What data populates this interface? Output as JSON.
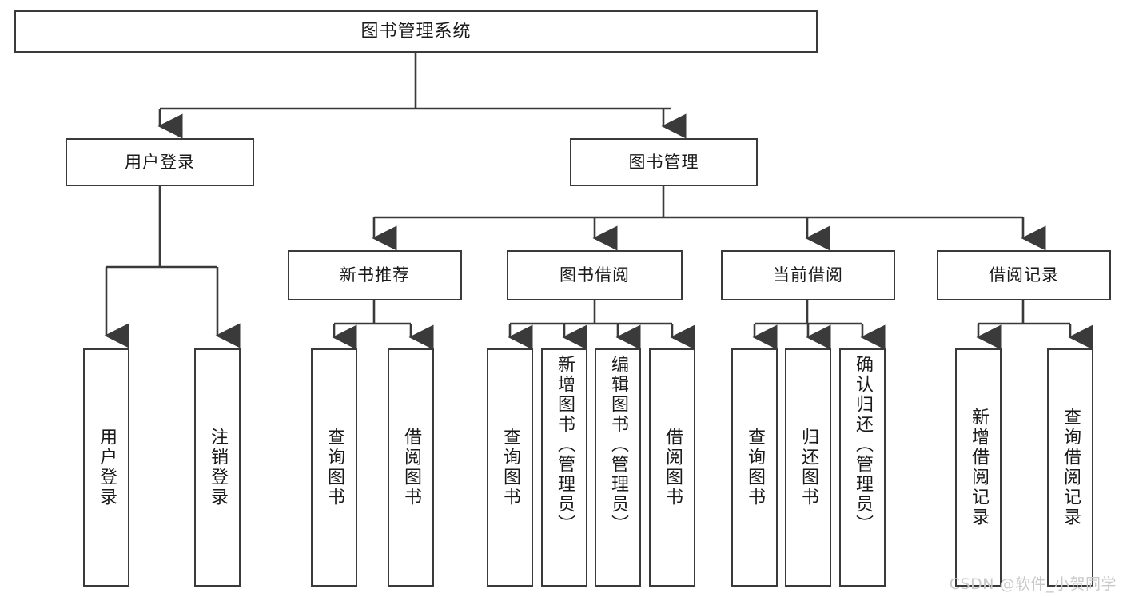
{
  "diagram": {
    "type": "tree",
    "title": "图书管理系统",
    "orientation": "top-down",
    "colors": {
      "box_border": "#3a3a3a",
      "box_fill": "#ffffff",
      "line": "#3a3a3a",
      "text": "#1a1a1a",
      "watermark": "#c9c9c9",
      "background": "#ffffff"
    },
    "root": {
      "label": "图书管理系统"
    },
    "level2": [
      {
        "id": "user-login",
        "label": "用户登录"
      },
      {
        "id": "book-manage",
        "label": "图书管理"
      }
    ],
    "level3": [
      {
        "id": "new-book-rec",
        "label": "新书推荐",
        "parent": "book-manage"
      },
      {
        "id": "book-borrow",
        "label": "图书借阅",
        "parent": "book-manage"
      },
      {
        "id": "current-borrow",
        "label": "当前借阅",
        "parent": "book-manage"
      },
      {
        "id": "borrow-record",
        "label": "借阅记录",
        "parent": "book-manage"
      }
    ],
    "leaves": {
      "user_login": [
        {
          "id": "leaf-user-login",
          "label": "用户登录"
        },
        {
          "id": "leaf-logout",
          "label": "注销登录"
        }
      ],
      "new_book_rec": [
        {
          "id": "leaf-query-book-1",
          "label": "查询图书"
        },
        {
          "id": "leaf-borrow-book-1",
          "label": "借阅图书"
        }
      ],
      "book_borrow": [
        {
          "id": "leaf-query-book-2",
          "label": "查询图书"
        },
        {
          "id": "leaf-add-book",
          "label": "新增图书（管理员）"
        },
        {
          "id": "leaf-edit-book",
          "label": "编辑图书（管理员）"
        },
        {
          "id": "leaf-borrow-book-2",
          "label": "借阅图书"
        }
      ],
      "current_borrow": [
        {
          "id": "leaf-query-book-3",
          "label": "查询图书"
        },
        {
          "id": "leaf-return-book",
          "label": "归还图书"
        },
        {
          "id": "leaf-confirm-return",
          "label": "确认归还（管理员）"
        }
      ],
      "borrow_record": [
        {
          "id": "leaf-add-record",
          "label": "新增借阅记录"
        },
        {
          "id": "leaf-query-record",
          "label": "查询借阅记录"
        }
      ]
    }
  },
  "watermark": {
    "text": "CSDN @软件_小贺同学"
  }
}
